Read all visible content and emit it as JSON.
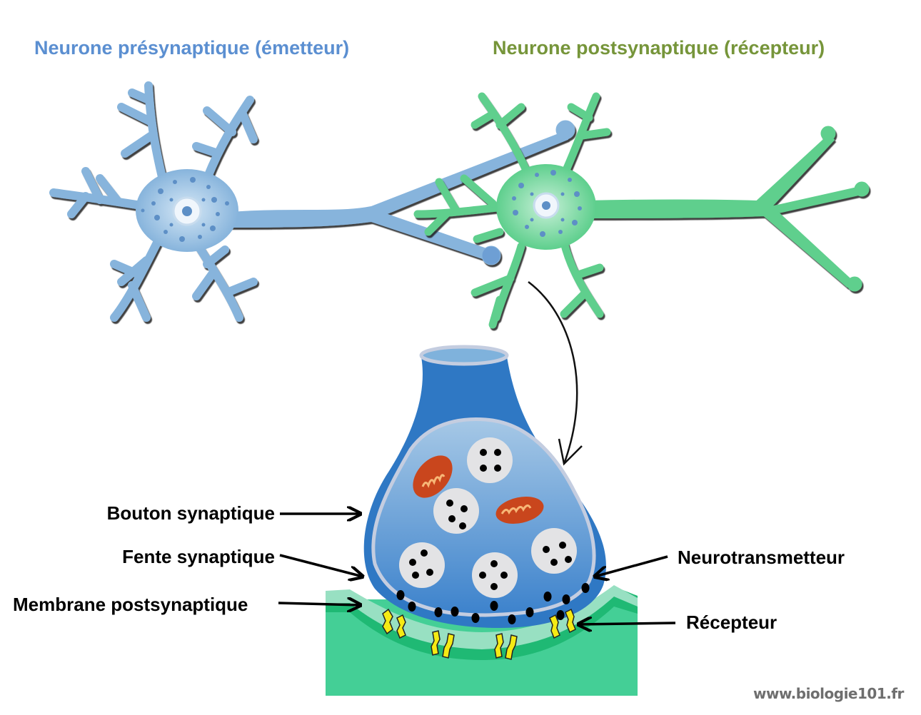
{
  "titles": {
    "presynaptic": "Neurone présynaptique (émetteur)",
    "postsynaptic": "Neurone postsynaptique (récepteur)"
  },
  "labels": {
    "bouton": "Bouton synaptique",
    "fente": "Fente synaptique",
    "membrane": "Membrane postsynaptique",
    "neurotransmetteur": "Neurotransmetteur",
    "recepteur": "Récepteur"
  },
  "credit": "www.biologie101.fr",
  "colors": {
    "presynaptic_title": "#5b8fd1",
    "postsynaptic_title": "#76953a",
    "presynaptic_neuron": "#87b4dc",
    "postsynaptic_neuron": "#5ecf8d",
    "bouton": "#2f78c4",
    "membrane": "#3fcd92",
    "receptor": "#f5ea14",
    "mitochondria": "#c9461d"
  }
}
